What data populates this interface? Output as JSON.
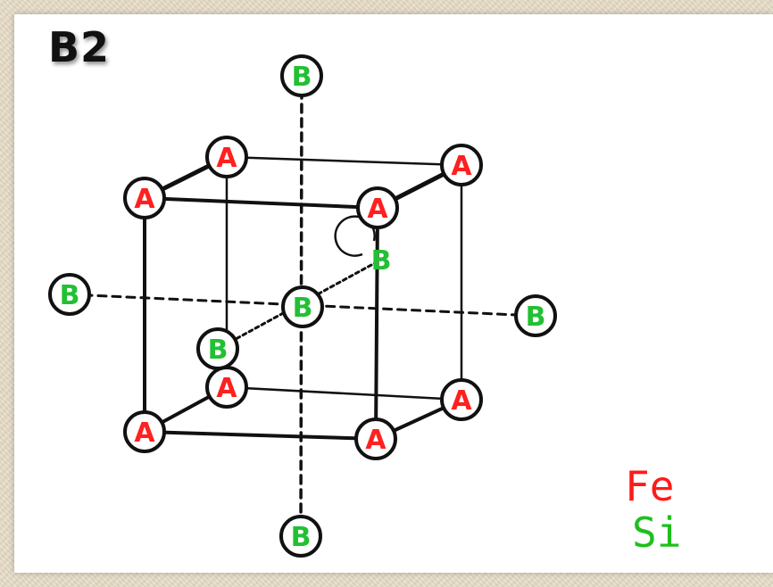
{
  "title": "B2",
  "atoms": {
    "corner_label": "A",
    "body_label": "B"
  },
  "legend": {
    "items": [
      {
        "label": "Fe",
        "color": "#ff1a1a"
      },
      {
        "label": "Si",
        "color": "#1fbf1f"
      }
    ]
  },
  "colors": {
    "a_atom_text": "#ff2020",
    "b_atom_text": "#22c033",
    "bond": "#111111",
    "atom_outline": "#111111",
    "background_texture": "#e6dcc6",
    "panel": "#ffffff"
  }
}
